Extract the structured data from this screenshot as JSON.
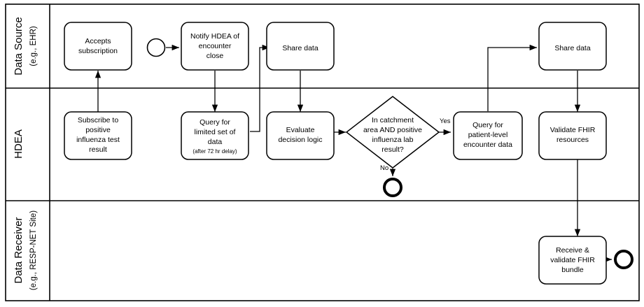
{
  "diagram": {
    "type": "bpmn-swimlane-flowchart",
    "background_color": "#ffffff",
    "line_color": "#000000",
    "lanes": [
      {
        "id": "data-source",
        "label_main": "Data Source",
        "label_sub": "(e.g., EHR)"
      },
      {
        "id": "hdea",
        "label_main": "HDEA",
        "label_sub": ""
      },
      {
        "id": "data-receiver",
        "label_main": "Data Receiver",
        "label_sub": "(e.g., RESP-NET Site)"
      }
    ],
    "tasks": [
      {
        "id": "accepts-subscription",
        "lane": "data-source",
        "lines": [
          "Accepts",
          "subscription"
        ],
        "note": ""
      },
      {
        "id": "notify-hdea-encounter-close",
        "lane": "data-source",
        "lines": [
          "Notify HDEA of",
          "encounter",
          "close"
        ],
        "note": ""
      },
      {
        "id": "share-data-1",
        "lane": "data-source",
        "lines": [
          "Share data"
        ],
        "note": ""
      },
      {
        "id": "share-data-2",
        "lane": "data-source",
        "lines": [
          "Share data"
        ],
        "note": ""
      },
      {
        "id": "subscribe-positive-influenza",
        "lane": "hdea",
        "lines": [
          "Subscribe to",
          "positive",
          "influenza test",
          "result"
        ],
        "note": ""
      },
      {
        "id": "query-limited-set-of-data",
        "lane": "hdea",
        "lines": [
          "Query for",
          "limited set of",
          "data"
        ],
        "note": "(after 72 hr delay)"
      },
      {
        "id": "evaluate-decision-logic",
        "lane": "hdea",
        "lines": [
          "Evaluate",
          "decision logic"
        ],
        "note": ""
      },
      {
        "id": "query-patient-level-encounter-data",
        "lane": "hdea",
        "lines": [
          "Query for",
          "patient-level",
          "encounter data"
        ],
        "note": ""
      },
      {
        "id": "validate-fhir-resources",
        "lane": "hdea",
        "lines": [
          "Validate FHIR",
          "resources"
        ],
        "note": ""
      },
      {
        "id": "receive-validate-fhir-bundle",
        "lane": "data-receiver",
        "lines": [
          "Receive &",
          "validate FHIR",
          "bundle"
        ],
        "note": ""
      }
    ],
    "gateway": {
      "id": "catchment-gateway",
      "lane": "hdea",
      "lines": [
        "In catchment",
        "area AND positive",
        "influenza lab",
        "result?"
      ],
      "branch_yes": "Yes",
      "branch_no": "No"
    },
    "events": [
      {
        "id": "start-event",
        "lane": "data-source",
        "kind": "start"
      },
      {
        "id": "end-event-no-branch",
        "lane": "hdea",
        "kind": "end"
      },
      {
        "id": "end-event-receiver",
        "lane": "data-receiver",
        "kind": "end"
      }
    ]
  }
}
